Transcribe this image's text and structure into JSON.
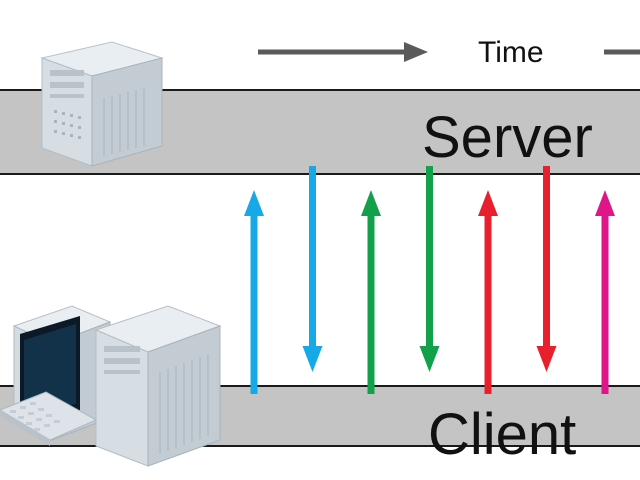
{
  "time_label": "Time",
  "server": {
    "label": "Server"
  },
  "client": {
    "label": "Client"
  },
  "colors": {
    "lane_fill": "#c4c4c4",
    "lane_border": "#1a1a1a",
    "time_arrow": "#5a5a5a",
    "blue": "#16a9e8",
    "green": "#12a04a",
    "red": "#e8202e",
    "magenta": "#e0158a"
  },
  "messages": [
    {
      "color": "blue",
      "direction": "up"
    },
    {
      "color": "blue",
      "direction": "down"
    },
    {
      "color": "green",
      "direction": "up"
    },
    {
      "color": "green",
      "direction": "down"
    },
    {
      "color": "red",
      "direction": "up"
    },
    {
      "color": "red",
      "direction": "down"
    },
    {
      "color": "magenta",
      "direction": "up"
    }
  ]
}
